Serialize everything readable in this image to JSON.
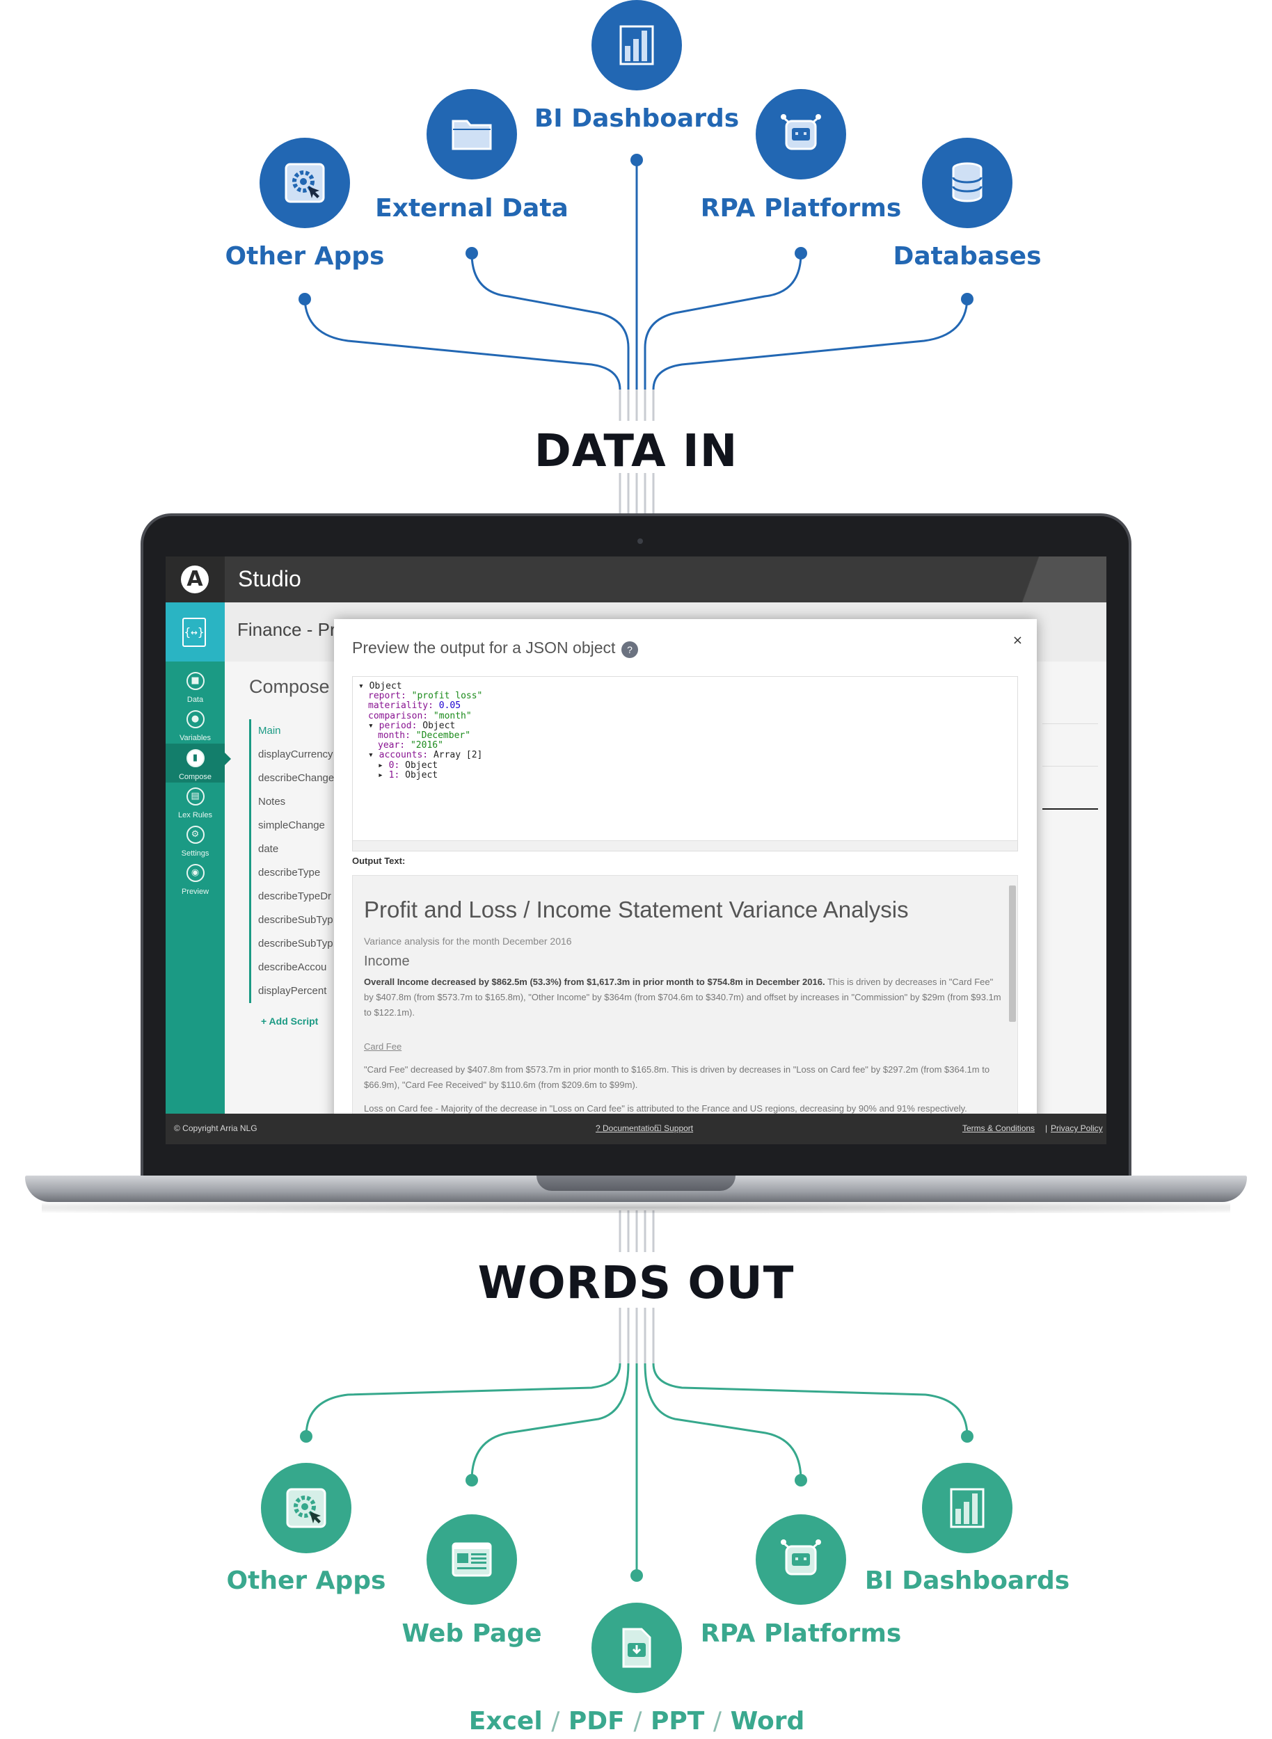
{
  "headings": {
    "data_in": "DATA IN",
    "words_out": "WORDS OUT"
  },
  "inputs": [
    {
      "label": "BI Dashboards",
      "icon": "bar-chart-icon"
    },
    {
      "label": "External Data",
      "icon": "folder-icon"
    },
    {
      "label": "RPA Platforms",
      "icon": "robot-icon"
    },
    {
      "label": "Other Apps",
      "icon": "gear-cursor-icon"
    },
    {
      "label": "Databases",
      "icon": "database-icon"
    }
  ],
  "outputs": [
    {
      "label": "Other Apps",
      "icon": "gear-cursor-icon"
    },
    {
      "label": "Web Page",
      "icon": "web-page-icon"
    },
    {
      "label": "RPA Platforms",
      "icon": "robot-icon"
    },
    {
      "label": "BI Dashboards",
      "icon": "bar-chart-icon"
    },
    {
      "label_parts": [
        "Excel",
        "PDF",
        "PPT",
        "Word"
      ],
      "separator": "/",
      "icon": "document-download-icon"
    }
  ],
  "colors": {
    "input_blue": "#2267b3",
    "output_green": "#36a88c",
    "heading": "#11141c",
    "sidebar": "#1b9a84",
    "accent_cyan": "#2ab4c3"
  },
  "studio": {
    "app_title": "Studio",
    "logo_letter": "A",
    "breadcrumb": "Finance - Pr",
    "sidebar": [
      {
        "label": "Data",
        "icon": "bar-chart-icon"
      },
      {
        "label": "Variables",
        "icon": "pin-icon"
      },
      {
        "label": "Compose",
        "icon": "document-icon",
        "active": true
      },
      {
        "label": "Lex Rules",
        "icon": "book-icon"
      },
      {
        "label": "Settings",
        "icon": "gear-icon"
      },
      {
        "label": "Preview",
        "icon": "eye-icon"
      }
    ],
    "compose_title": "Compose",
    "scripts": [
      "Main",
      "displayCurrency",
      "describeChange",
      "Notes",
      "simpleChange",
      "date",
      "describeType",
      "describeTypeDr",
      "describeSubTyp",
      "describeSubTyp",
      "describeAccou",
      "displayPercent"
    ],
    "add_script": "+ Add Script",
    "modal": {
      "title": "Preview the output for a JSON object",
      "help": "?",
      "close": "×",
      "json_lines": [
        {
          "indent": 0,
          "arrow": "▾",
          "key": "",
          "value": "Object",
          "kind": "plain"
        },
        {
          "indent": 1,
          "arrow": "",
          "key": "report: ",
          "value": "\"profit loss\"",
          "kind": "str"
        },
        {
          "indent": 1,
          "arrow": "",
          "key": "materiality: ",
          "value": "0.05",
          "kind": "num"
        },
        {
          "indent": 1,
          "arrow": "",
          "key": "comparison: ",
          "value": "\"month\"",
          "kind": "str"
        },
        {
          "indent": 1,
          "arrow": "▾",
          "key": "period: ",
          "value": "Object",
          "kind": "plain"
        },
        {
          "indent": 2,
          "arrow": "",
          "key": "month: ",
          "value": "\"December\"",
          "kind": "str"
        },
        {
          "indent": 2,
          "arrow": "",
          "key": "year: ",
          "value": "\"2016\"",
          "kind": "str"
        },
        {
          "indent": 1,
          "arrow": "▾",
          "key": "accounts: ",
          "value": "Array [2]",
          "kind": "plain"
        },
        {
          "indent": 2,
          "arrow": "▸",
          "key": "0: ",
          "value": "Object",
          "kind": "plain"
        },
        {
          "indent": 2,
          "arrow": "▸",
          "key": "1: ",
          "value": "Object",
          "kind": "plain"
        }
      ],
      "output_label": "Output Text:",
      "output_title": "Profit and Loss / Income Statement Variance Analysis",
      "output_subtitle": "Variance analysis for the month December 2016",
      "output_section": "Income",
      "para1_bold": "Overall Income decreased by $862.5m (53.3%) from $1,617.3m in prior month to $754.8m in December 2016.",
      "para1_rest": " This is driven by decreases in \"Card Fee\" by $407.8m (from $573.7m to $165.8m), \"Other Income\" by $364m (from $704.6m to $340.7m) and offset by increases in \"Commission\" by $29m (from $93.1m to $122.1m).",
      "link": "Card Fee",
      "para2": "\"Card Fee\" decreased by $407.8m from $573.7m in prior month to $165.8m. This is driven by decreases in \"Loss on Card fee\" by $297.2m (from $364.1m to $66.9m), \"Card Fee Received\" by $110.6m (from $209.6m to $99m).",
      "para3": "Loss on Card fee - Majority of the decrease in \"Loss on Card fee\" is attributed to the France and US regions, decreasing by 90% and 91% respectively."
    },
    "footer": {
      "copyright": "© Copyright Arria NLG",
      "documentation": "? Documentation",
      "support": "☐ Support",
      "terms": "Terms & Conditions",
      "separator": "|",
      "privacy": "Privacy Policy"
    }
  }
}
